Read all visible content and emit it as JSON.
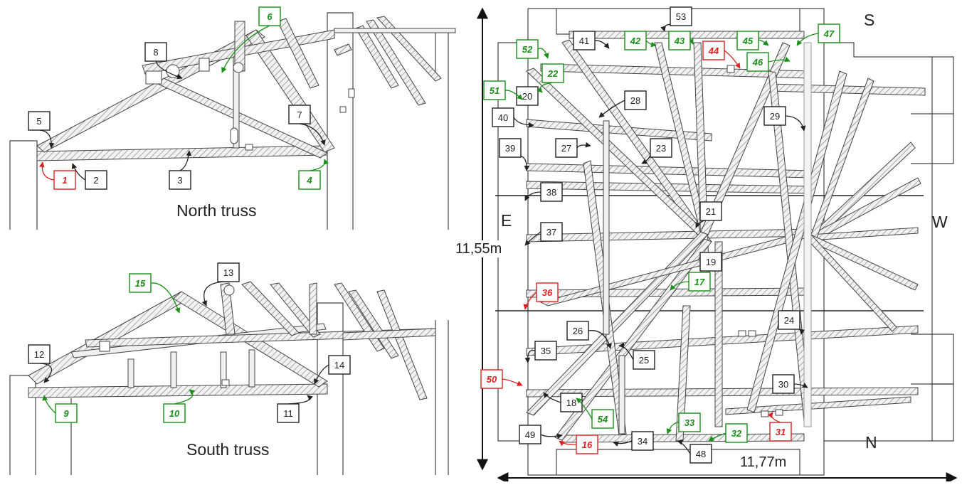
{
  "title_north": "North truss",
  "title_south": "South truss",
  "compass": {
    "s": "S",
    "w": "W",
    "n": "N",
    "e": "E"
  },
  "dimensions": {
    "vertical": "11,55m",
    "horizontal": "11,77m"
  },
  "colors": {
    "black": "#222222",
    "green": "#1a8f1a",
    "red": "#e02020"
  },
  "labels": [
    {
      "id": "1",
      "color": "red"
    },
    {
      "id": "2",
      "color": "black"
    },
    {
      "id": "3",
      "color": "black"
    },
    {
      "id": "4",
      "color": "green"
    },
    {
      "id": "5",
      "color": "black"
    },
    {
      "id": "6",
      "color": "green"
    },
    {
      "id": "7",
      "color": "black"
    },
    {
      "id": "8",
      "color": "black"
    },
    {
      "id": "9",
      "color": "green"
    },
    {
      "id": "10",
      "color": "green"
    },
    {
      "id": "11",
      "color": "black"
    },
    {
      "id": "12",
      "color": "black"
    },
    {
      "id": "13",
      "color": "black"
    },
    {
      "id": "14",
      "color": "black"
    },
    {
      "id": "15",
      "color": "green"
    },
    {
      "id": "16",
      "color": "red"
    },
    {
      "id": "17",
      "color": "green"
    },
    {
      "id": "18",
      "color": "black"
    },
    {
      "id": "19",
      "color": "black"
    },
    {
      "id": "20",
      "color": "black"
    },
    {
      "id": "21",
      "color": "black"
    },
    {
      "id": "22",
      "color": "green"
    },
    {
      "id": "23",
      "color": "black"
    },
    {
      "id": "24",
      "color": "black"
    },
    {
      "id": "25",
      "color": "black"
    },
    {
      "id": "26",
      "color": "black"
    },
    {
      "id": "27",
      "color": "black"
    },
    {
      "id": "28",
      "color": "black"
    },
    {
      "id": "29",
      "color": "black"
    },
    {
      "id": "30",
      "color": "black"
    },
    {
      "id": "31",
      "color": "red"
    },
    {
      "id": "32",
      "color": "green"
    },
    {
      "id": "33",
      "color": "green"
    },
    {
      "id": "34",
      "color": "black"
    },
    {
      "id": "35",
      "color": "black"
    },
    {
      "id": "36",
      "color": "red"
    },
    {
      "id": "37",
      "color": "black"
    },
    {
      "id": "38",
      "color": "black"
    },
    {
      "id": "39",
      "color": "black"
    },
    {
      "id": "40",
      "color": "black"
    },
    {
      "id": "41",
      "color": "black"
    },
    {
      "id": "42",
      "color": "green"
    },
    {
      "id": "43",
      "color": "green"
    },
    {
      "id": "44",
      "color": "red"
    },
    {
      "id": "45",
      "color": "green"
    },
    {
      "id": "46",
      "color": "green"
    },
    {
      "id": "47",
      "color": "green"
    },
    {
      "id": "48",
      "color": "black"
    },
    {
      "id": "49",
      "color": "black"
    },
    {
      "id": "50",
      "color": "red"
    },
    {
      "id": "51",
      "color": "green"
    },
    {
      "id": "52",
      "color": "green"
    },
    {
      "id": "53",
      "color": "black"
    },
    {
      "id": "54",
      "color": "green"
    }
  ]
}
